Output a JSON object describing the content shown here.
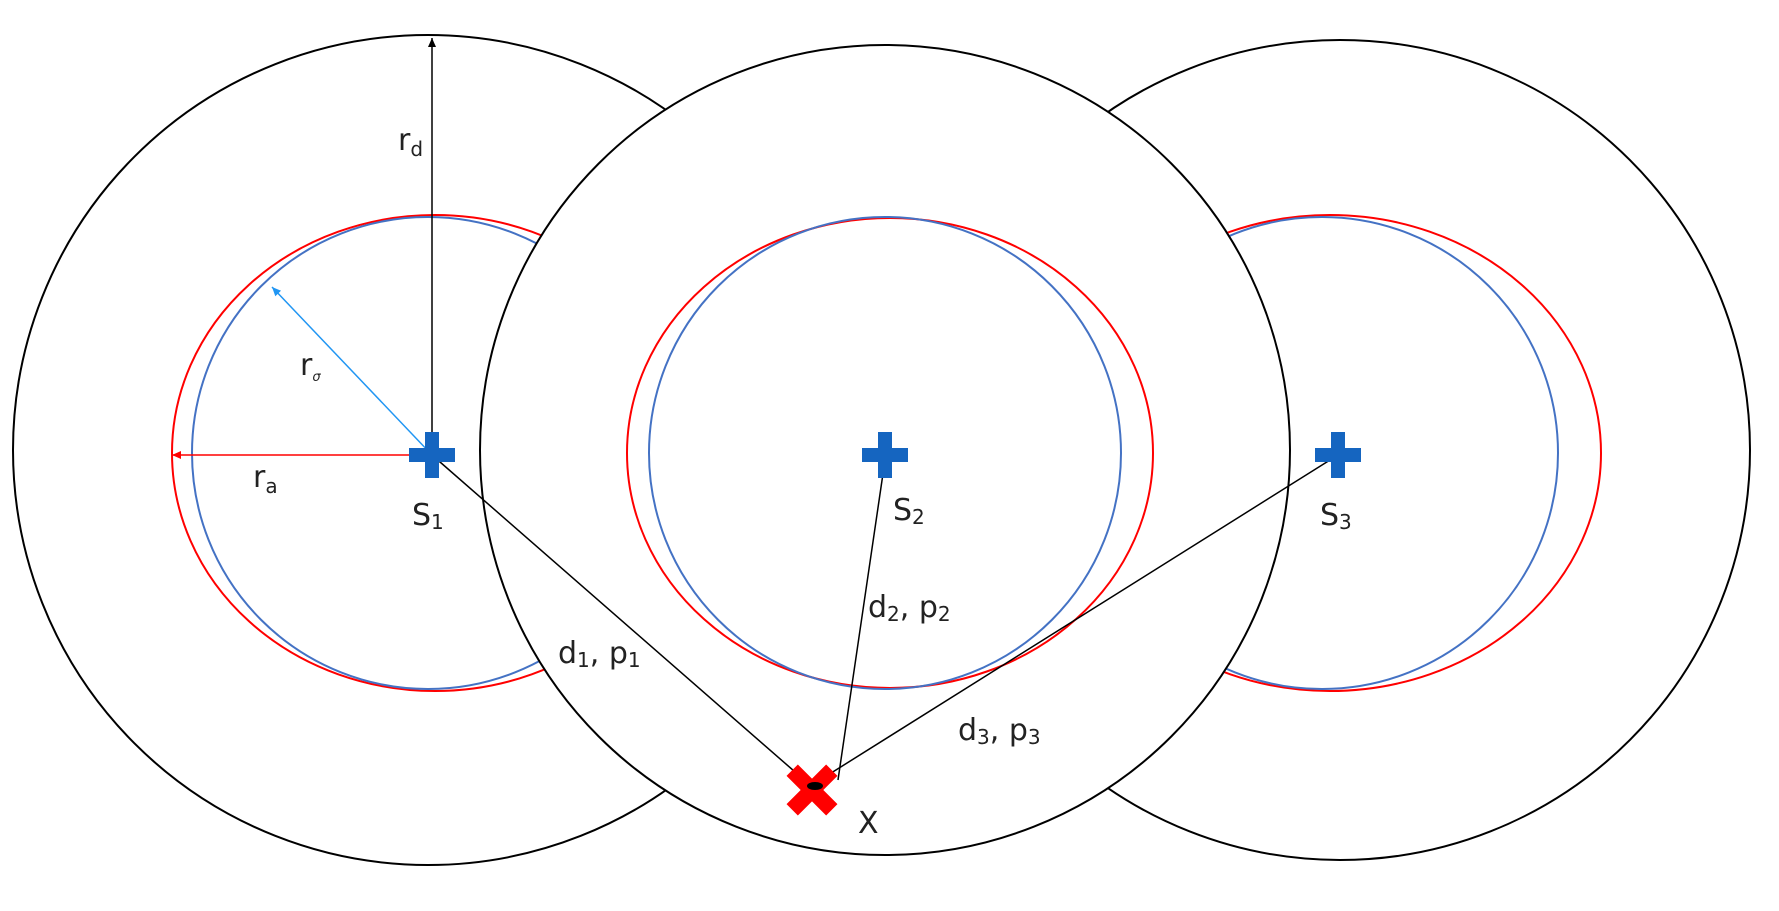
{
  "colors": {
    "outer_circle": "#000000",
    "red_circle": "#ff0000",
    "blue_circle": "#4472c4",
    "station_marker": "#1565c0",
    "target_marker": "#ff0000",
    "rd_arrow": "#000000",
    "ra_arrow": "#ff0000",
    "rsigma_arrow": "#2196f3",
    "connector_lines": "#000000"
  },
  "icons": {
    "station": "blue-plus-icon",
    "target": "red-x-icon"
  },
  "labels": {
    "rd": {
      "base": "r",
      "sub": "d"
    },
    "rsigma": {
      "base": "r",
      "sub": "σ"
    },
    "ra": {
      "base": "r",
      "sub": "a"
    },
    "s1": {
      "base": "S",
      "sub": "1"
    },
    "s2": {
      "base": "S",
      "sub": "2"
    },
    "s3": {
      "base": "S",
      "sub": "3"
    },
    "d1p1": {
      "a": "d",
      "a_sub": "1",
      "sep": ", ",
      "b": "p",
      "b_sub": "1"
    },
    "d2p2": {
      "a": "d",
      "a_sub": "2",
      "sep": ", ",
      "b": "p",
      "b_sub": "2"
    },
    "d3p3": {
      "a": "d",
      "a_sub": "3",
      "sep": ", ",
      "b": "p",
      "b_sub": "3"
    },
    "x": "X"
  }
}
